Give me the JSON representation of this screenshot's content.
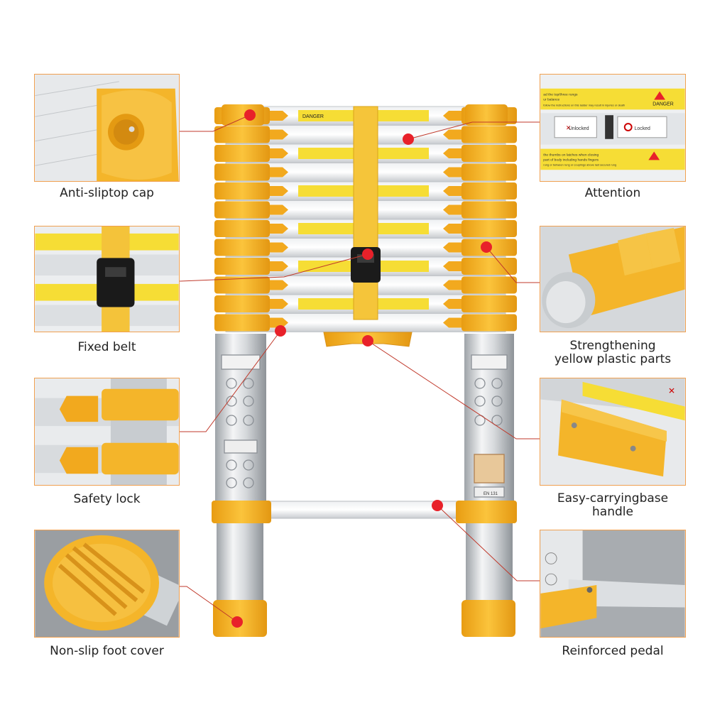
{
  "features": {
    "anti_slip_top_cap": "Anti-sliptop cap",
    "attention": "Attention",
    "fixed_belt": "Fixed belt",
    "strengthening_line1": "Strengthening",
    "strengthening_line2": "yellow  plastic  parts",
    "safety_lock": "Safety lock",
    "easy_carrying_line1": "Easy-carryingbase",
    "easy_carrying_line2": "handle",
    "non_slip_foot_cover": "Non-slip foot cover",
    "reinforced_pedal": "Reinforced pedal"
  },
  "labels": {
    "danger": "DANGER",
    "unlocked": "Unlocked",
    "locked": "Locked",
    "attention_text_1": "ad the top/three rungs",
    "attention_text_2": "ur balance",
    "attention_text_3": "follow the instructions on this ladder may result in injuries or death",
    "attention_text_4": "the thumbs on latches when closing",
    "attention_text_5": "part of body including hands fingers",
    "attention_text_6": "rung or between rung or couplings above last secured rung",
    "en_mark": "EN 131"
  },
  "colors": {
    "accent_yellow": "#f6b62a",
    "marker_red": "#e8212a",
    "callout_line": "#c0392b",
    "panel_border": "#f0a050",
    "warning_label": "#f6dd35",
    "aluminium": "#d9dcdf"
  }
}
